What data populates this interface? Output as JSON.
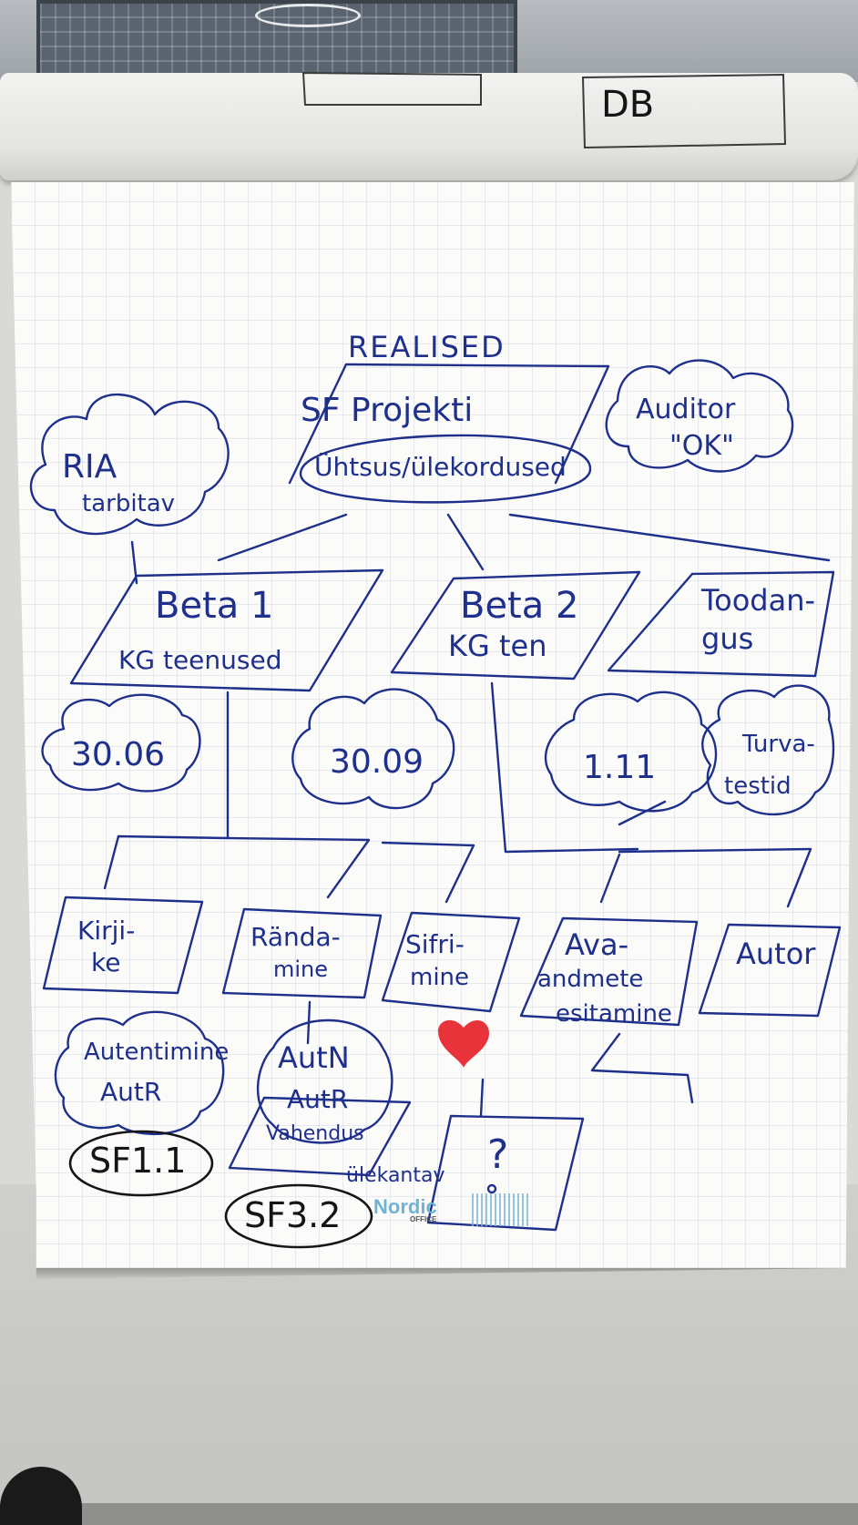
{
  "flipchart": {
    "header_box_right": "DB",
    "top": {
      "realized_label": "REALISED",
      "main_line1": "SF Projekti",
      "main_line2": "Ühtsus/ülekordused",
      "auditor_line1": "Auditor",
      "auditor_line2": "\"OK\""
    },
    "ria": {
      "line1": "RIA",
      "line2": "tarbitav"
    },
    "betas": [
      {
        "line1": "Beta 1",
        "line2": "KG teenused"
      },
      {
        "line1": "Beta 2",
        "line2": "KG ten"
      },
      {
        "line1": "Toodan-",
        "line2": "gus"
      }
    ],
    "dates": [
      "30.06",
      "30.09",
      "1.11"
    ],
    "support_cloud": {
      "line1": "Turva-",
      "line2": "testid"
    },
    "modules": [
      {
        "line1": "Kirji-",
        "line2": "ke"
      },
      {
        "line1": "Rända-",
        "line2": "mine"
      },
      {
        "line1": "Sifri-",
        "line2": "mine"
      },
      {
        "line1": "Ava-",
        "line2": "andmete",
        "line3": "esitamine"
      },
      {
        "line1": "Autor"
      }
    ],
    "bottom_notes": {
      "left_line1": "Autentimine",
      "left_line2": "AutR",
      "mid_line1": "AutN",
      "mid_line2": "AutR",
      "mid_line3": "Vahendus",
      "mid_line4": "ülekantav",
      "question": "?"
    },
    "sf_labels": [
      "SF1.1",
      "SF3.2"
    ],
    "logo_text": "Nordic",
    "logo_sub": "OFFICE",
    "colors": {
      "ink_blue": "#1e2f8c",
      "ink_black": "#151515",
      "heart_red": "#e8333a"
    }
  }
}
